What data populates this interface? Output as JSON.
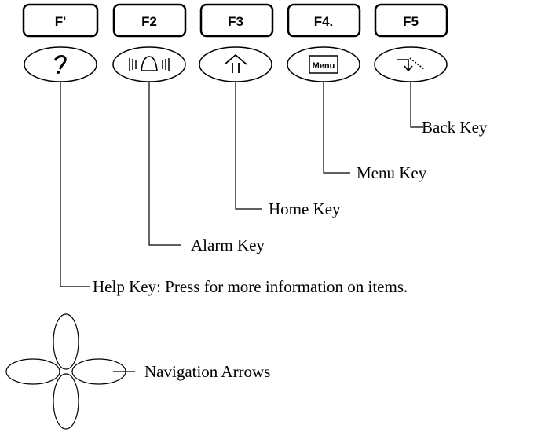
{
  "function_keys": [
    {
      "id": "f1",
      "label": "F'"
    },
    {
      "id": "f2",
      "label": "F2"
    },
    {
      "id": "f3",
      "label": "F3"
    },
    {
      "id": "f4",
      "label": "F4."
    },
    {
      "id": "f5",
      "label": "F5"
    }
  ],
  "soft_keys": [
    {
      "id": "help",
      "icon": "question-mark-icon"
    },
    {
      "id": "alarm",
      "icon": "bell-icon"
    },
    {
      "id": "home",
      "icon": "house-icon"
    },
    {
      "id": "menu",
      "icon": "menu-icon",
      "icon_text": "Menu"
    },
    {
      "id": "back",
      "icon": "back-arrow-icon"
    }
  ],
  "callouts": {
    "back": "Back Key",
    "menu": "Menu Key",
    "home": "Home Key",
    "alarm": "Alarm Key",
    "help": "Help Key: Press for more information on items.",
    "nav": "Navigation Arrows"
  },
  "colors": {
    "stroke": "#000000",
    "background": "#ffffff"
  }
}
